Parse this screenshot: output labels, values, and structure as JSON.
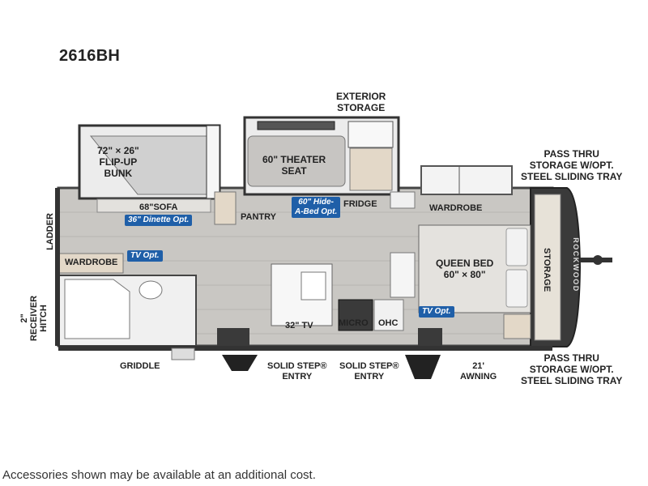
{
  "model": "2616BH",
  "footer": "Accessories shown may be available at an additional cost.",
  "brand": "ROCKWOOD",
  "labels": {
    "exterior_storage": "EXTERIOR\nSTORAGE",
    "pass_thru_top": "PASS THRU\nSTORAGE W/OPT.\nSTEEL SLIDING TRAY",
    "pass_thru_bottom": "PASS THRU\nSTORAGE W/OPT.\nSTEEL SLIDING TRAY",
    "bunk": "72\" × 26\"\nFLIP-UP\nBUNK",
    "theater_seat": "60\" THEATER\nSEAT",
    "sofa": "68\"SOFA",
    "pantry": "PANTRY",
    "fridge": "FRIDGE",
    "wardrobe_front": "WARDROBE",
    "wardrobe_rear": "WARDROBE",
    "queen_bed": "QUEEN BED\n60\" × 80\"",
    "storage_front": "STORAGE",
    "ladder": "LADDER",
    "receiver_hitch": "2\"\nRECEIVER\nHITCH",
    "tv_32": "32\" TV",
    "micro": "MICRO",
    "ohc": "OHC",
    "griddle": "GRIDDLE",
    "solid_step_1": "SOLID STEP®\nENTRY",
    "solid_step_2": "SOLID STEP®\nENTRY",
    "awning": "21'\nAWNING"
  },
  "tags": {
    "dinette_opt": "36\" Dinette Opt.",
    "hide_a_bed_opt": "60\" Hide-\nA-Bed Opt.",
    "tv_opt_rear": "TV Opt.",
    "tv_opt_front": "TV Opt."
  }
}
